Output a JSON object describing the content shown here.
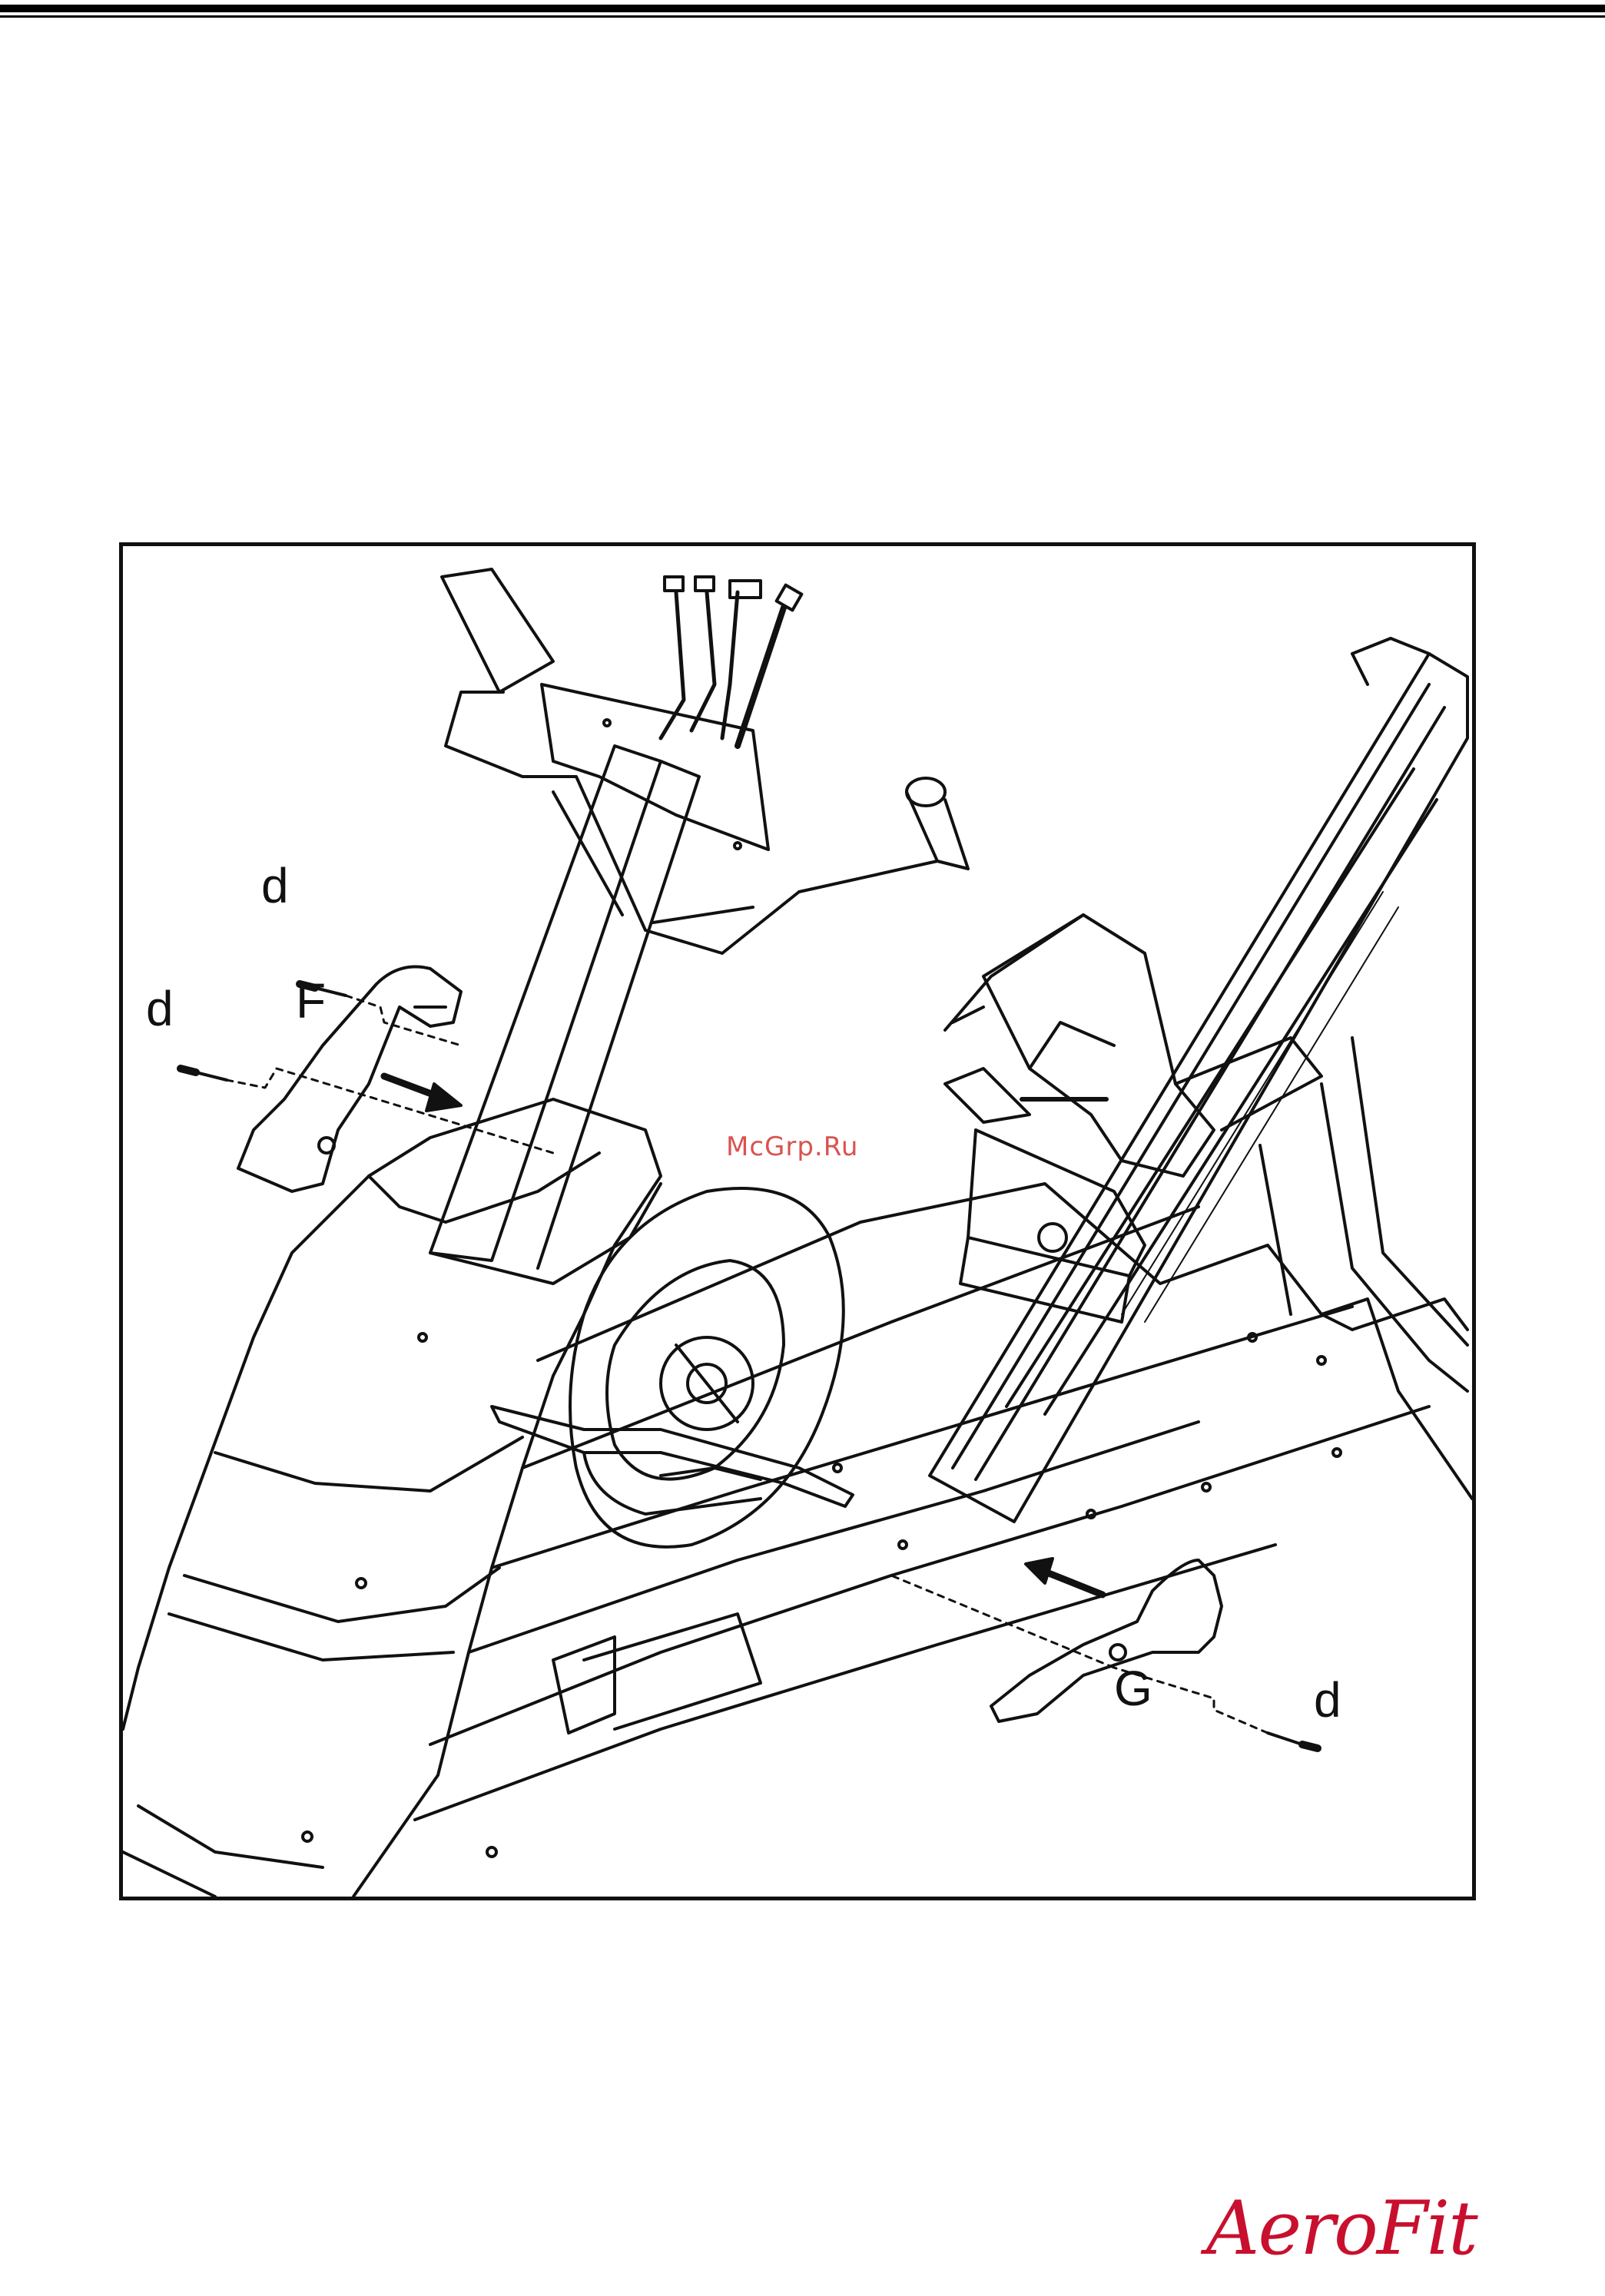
{
  "labels": {
    "part_f": "F",
    "part_g": "G",
    "screw_top_left": "d",
    "screw_mid_left": "d",
    "screw_right": "d"
  },
  "watermark": "McGrp.Ru",
  "brand": {
    "logo_text": "AeroFit",
    "color": "#c8102e"
  },
  "colors": {
    "line": "#111111",
    "background": "#ffffff",
    "watermark": "#d9534f"
  }
}
